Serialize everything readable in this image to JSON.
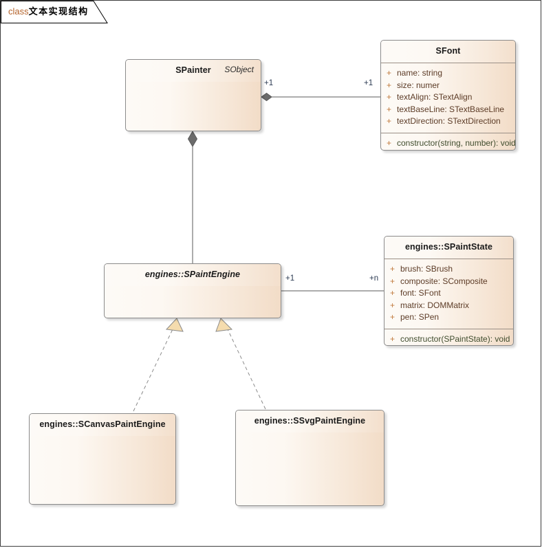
{
  "diagram": {
    "title_keyword": "class",
    "title_text": "文本实现结构",
    "type": "uml-class-diagram",
    "colors": {
      "box_fill_light": "#fdfaf6",
      "box_fill_dark": "#f2dcc7",
      "box_border": "#8a8a8a",
      "frame_border": "#3d3d3d",
      "visibility_marker": "#c0793c",
      "attribute_text": "#5c3b26",
      "operation_text": "#3f4c2d",
      "multiplicity_text": "#2b3a52",
      "keyword_text": "#b4622a",
      "connector_line": "#5a5a5a",
      "triangle_fill": "#f5dcae"
    }
  },
  "classes": [
    {
      "id": "spainter",
      "name": "SPainter",
      "stereotype": "SObject",
      "abstract": false,
      "attributes": [],
      "operations": []
    },
    {
      "id": "sfont",
      "name": "SFont",
      "stereotype": "",
      "abstract": false,
      "attributes": [
        {
          "visibility": "+",
          "text": "name: string"
        },
        {
          "visibility": "+",
          "text": "size: numer"
        },
        {
          "visibility": "+",
          "text": "textAlign: STextAlign"
        },
        {
          "visibility": "+",
          "text": "textBaseLine: STextBaseLine"
        },
        {
          "visibility": "+",
          "text": "textDirection: STextDirection"
        }
      ],
      "operations": [
        {
          "visibility": "+",
          "text": "constructor(string, number): void"
        }
      ]
    },
    {
      "id": "spaintengine",
      "name": "engines::SPaintEngine",
      "stereotype": "",
      "abstract": true,
      "attributes": [],
      "operations": []
    },
    {
      "id": "spaintstate",
      "name": "engines::SPaintState",
      "stereotype": "",
      "abstract": false,
      "attributes": [
        {
          "visibility": "+",
          "text": "brush: SBrush"
        },
        {
          "visibility": "+",
          "text": "composite: SComposite"
        },
        {
          "visibility": "+",
          "text": "font: SFont"
        },
        {
          "visibility": "+",
          "text": "matrix: DOMMatrix"
        },
        {
          "visibility": "+",
          "text": "pen: SPen"
        }
      ],
      "operations": [
        {
          "visibility": "+",
          "text": "constructor(SPaintState): void"
        }
      ]
    },
    {
      "id": "scanvaspaintengine",
      "name": "engines::SCanvasPaintEngine",
      "stereotype": "",
      "abstract": false,
      "attributes": [],
      "operations": []
    },
    {
      "id": "ssvgpaintengine",
      "name": "engines::SSvgPaintEngine",
      "stereotype": "",
      "abstract": false,
      "attributes": [],
      "operations": []
    }
  ],
  "relationships": [
    {
      "id": "painter-font",
      "kind": "composition",
      "from": "SPainter",
      "to": "SFont",
      "source_multiplicity": "+1",
      "target_multiplicity": "+1"
    },
    {
      "id": "painter-engine",
      "kind": "composition",
      "from": "SPainter",
      "to": "engines::SPaintEngine",
      "source_multiplicity": "",
      "target_multiplicity": ""
    },
    {
      "id": "engine-state",
      "kind": "composition",
      "from": "engines::SPaintEngine",
      "to": "engines::SPaintState",
      "source_multiplicity": "+1",
      "target_multiplicity": "+n"
    },
    {
      "id": "canvas-realize",
      "kind": "realization",
      "from": "engines::SCanvasPaintEngine",
      "to": "engines::SPaintEngine",
      "source_multiplicity": "",
      "target_multiplicity": ""
    },
    {
      "id": "svg-realize",
      "kind": "realization",
      "from": "engines::SSvgPaintEngine",
      "to": "engines::SPaintEngine",
      "source_multiplicity": "",
      "target_multiplicity": ""
    }
  ]
}
